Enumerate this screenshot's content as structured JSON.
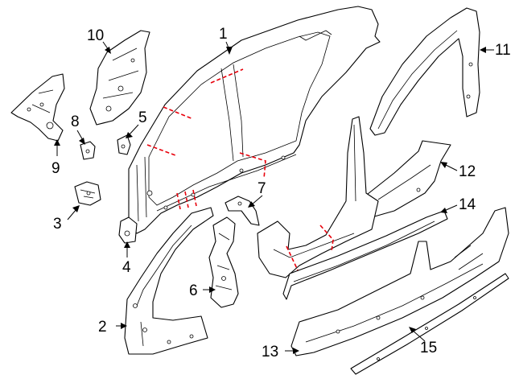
{
  "callouts": {
    "c1": "1",
    "c2": "2",
    "c3": "3",
    "c4": "4",
    "c5": "5",
    "c6": "6",
    "c7": "7",
    "c8": "8",
    "c9": "9",
    "c10": "10",
    "c11": "11",
    "c12": "12",
    "c13": "13",
    "c14": "14",
    "c15": "15"
  },
  "colors": {
    "line": "#000000",
    "cut_line": "#e8000b",
    "background": "#ffffff"
  }
}
